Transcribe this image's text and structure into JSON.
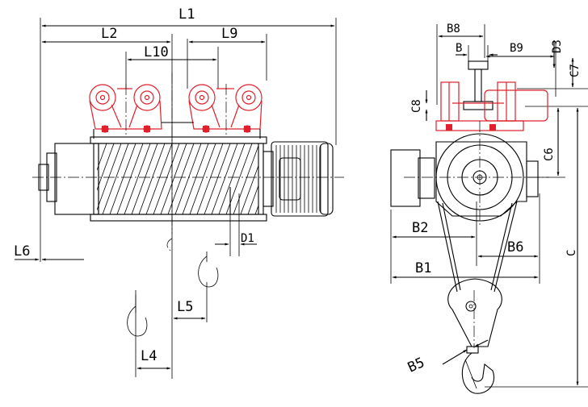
{
  "labels": {
    "L1": "L1",
    "L2": "L2",
    "L9": "L9",
    "L10": "L10",
    "L6": "L6",
    "D1": "D1",
    "L5": "L5",
    "L4": "L4",
    "B8": "B8",
    "B": "B",
    "B9": "B9",
    "D3": "D3",
    "C7": "C7",
    "C8": "C8",
    "C6": "C6",
    "B2": "B2",
    "B6": "B6",
    "B1": "B1",
    "C": "C",
    "B5": "B5"
  },
  "colors": {
    "ink": "#000000",
    "trolley_red": "#e0202a",
    "background": "#ffffff"
  }
}
